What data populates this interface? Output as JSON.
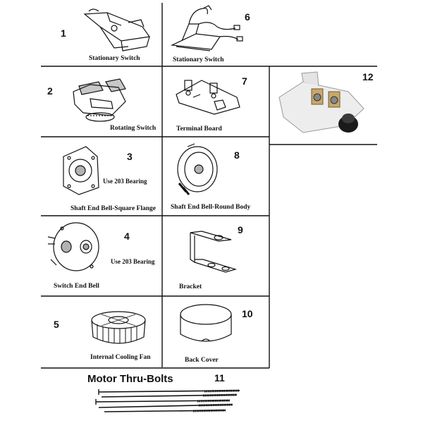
{
  "parts": [
    {
      "number": "1",
      "caption": "Stationary Switch"
    },
    {
      "number": "2",
      "caption": "Rotating Switch"
    },
    {
      "number": "3",
      "caption": "Shaft End Bell-Square Flange",
      "note": "Use 203 Bearing"
    },
    {
      "number": "4",
      "caption": "Switch End Bell",
      "note": "Use 203 Bearing"
    },
    {
      "number": "5",
      "caption": "Internal Cooling Fan"
    },
    {
      "number": "6",
      "caption": "Stationary Switch"
    },
    {
      "number": "7",
      "caption": "Terminal Board"
    },
    {
      "number": "8",
      "caption": "Shaft End Bell-Round Body"
    },
    {
      "number": "9",
      "caption": "Bracket"
    },
    {
      "number": "10",
      "caption": "Back Cover"
    },
    {
      "number": "11",
      "caption": "Motor Thru-Bolts"
    },
    {
      "number": "12",
      "caption": ""
    }
  ]
}
